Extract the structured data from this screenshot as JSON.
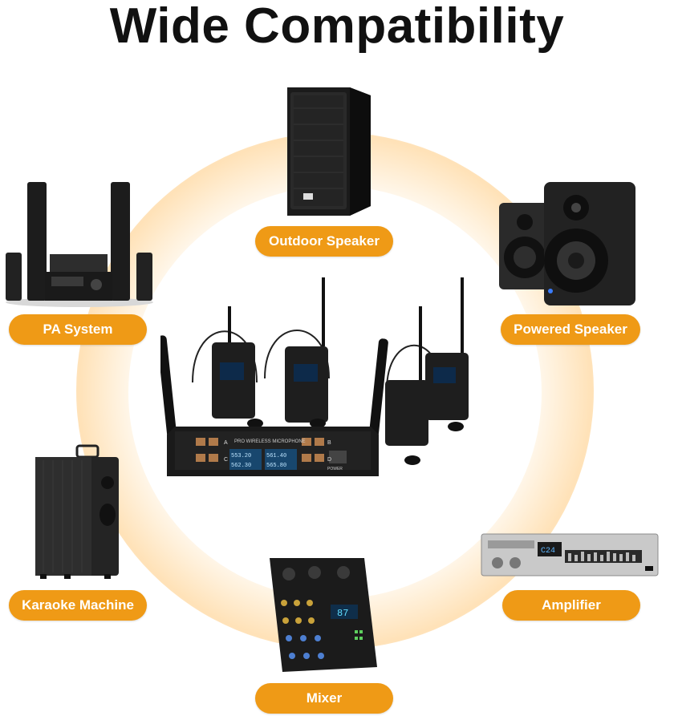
{
  "title": "Wide Compatibility",
  "accent_color": "#ef9a16",
  "devices": {
    "outdoor_speaker": "Outdoor Speaker",
    "pa_system": "PA System",
    "powered_speaker": "Powered Speaker",
    "karaoke_machine": "Karaoke Machine",
    "amplifier": "Amplifier",
    "mixer": "Mixer"
  },
  "center_product": {
    "receiver_label": "PRO WIRELESS MICROPHONE",
    "power_label": "POWER",
    "frequencies": [
      "553.20",
      "561.40",
      "562.30",
      "565.80"
    ],
    "channels": [
      "A",
      "B",
      "C",
      "D"
    ]
  },
  "amplifier_display": "C24",
  "mixer_display": "87"
}
